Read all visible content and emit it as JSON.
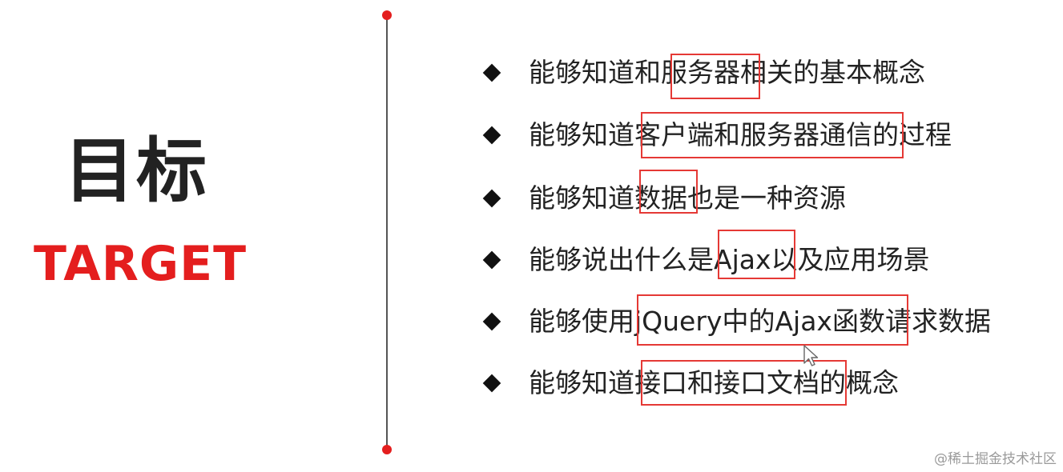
{
  "title": {
    "chinese": "目标",
    "english": "TARGET"
  },
  "colors": {
    "accent": "#e41e1e",
    "text": "#222222",
    "divider": "#555555",
    "highlight_box": "#e53935"
  },
  "goals": [
    {
      "text": "能够知道和服务器相关的基本概念",
      "highlight": "服务器"
    },
    {
      "text": "能够知道客户端和服务器通信的过程",
      "highlight": "客户端和服务器通信"
    },
    {
      "text": "能够知道数据也是一种资源",
      "highlight": "数据"
    },
    {
      "text": "能够说出什么是Ajax以及应用场景",
      "highlight": "Ajax"
    },
    {
      "text": "能够使用jQuery中的Ajax函数请求数据",
      "highlight": "jQuery中的Ajax函"
    },
    {
      "text": "能够知道接口和接口文档的概念",
      "highlight": "接口和接口文档"
    }
  ],
  "icons": {
    "bullet": "diamond-bullet-icon",
    "cursor": "mouse-cursor-icon"
  },
  "watermark": "@稀土掘金技术社区"
}
